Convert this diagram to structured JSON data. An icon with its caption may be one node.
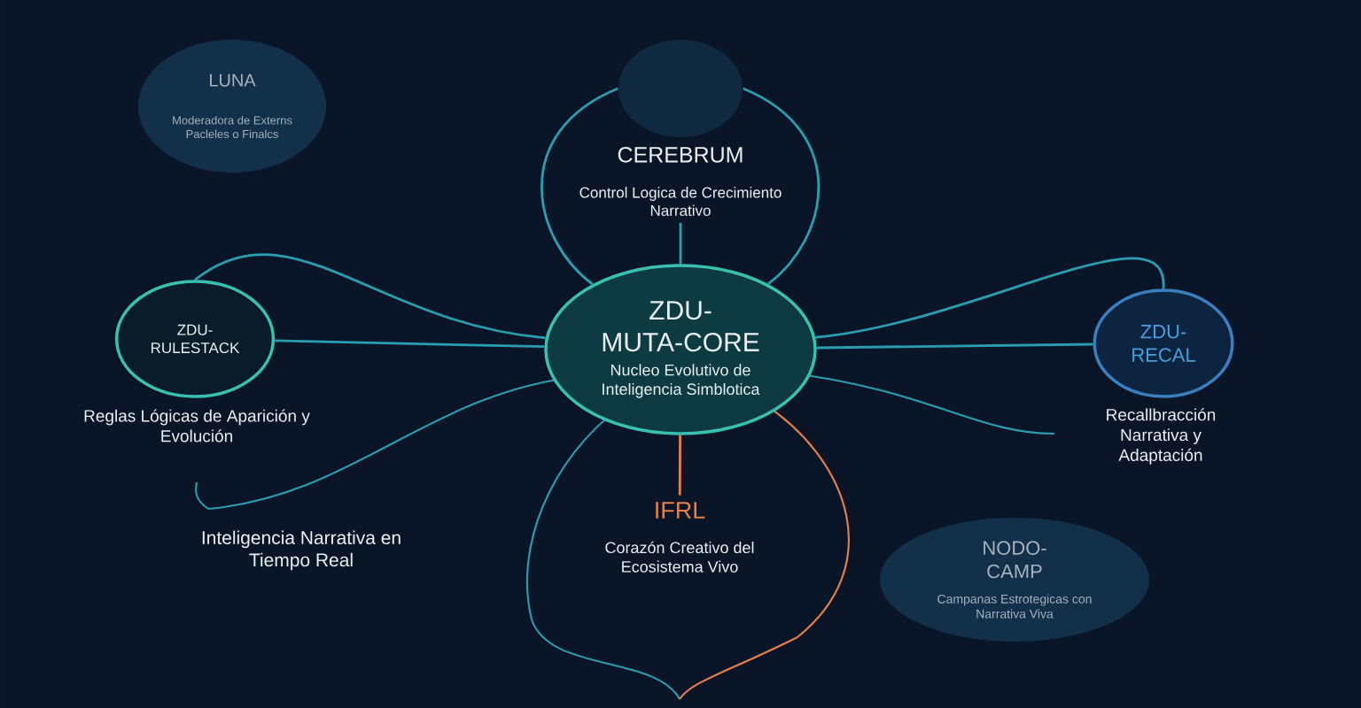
{
  "diagram": {
    "nodes": [
      {
        "text": [
          "ZDU- MUTA-CORE",
          "Nucleo Evolutivo de Inteligencia Simblotica"
        ]
      },
      {
        "text": [],
        "shape": "circle"
      },
      {
        "text": [
          "CEREBRUM",
          "Control Logica de Crecimiento Narrativo"
        ]
      },
      {
        "text": [
          "LUNA",
          "Moderadora de Externs Pacleles o Finalcs"
        ]
      },
      {
        "text": [
          "ZDU- RULESTACK"
        ],
        "beside": [
          "Reglas Lógicas de Aparición y Evolución"
        ]
      },
      {
        "text": [
          "ZDU- RECAL"
        ],
        "beside": [
          "Recallbracción Narrativa y Adaptación"
        ]
      },
      {
        "text": [
          "IFRL",
          "Corazón Creativo del Ecosistema Vivo"
        ]
      },
      {
        "text": [
          "NODO- CAMP",
          "Campanas Estrotegicas con Narrativa Viva"
        ]
      }
    ],
    "edges": [
      {
        "from": 1,
        "to": 0,
        "arrow": "none"
      },
      {
        "from": 1,
        "to": 0,
        "arrow": "none"
      },
      {
        "from": 2,
        "to": 0,
        "arrow": "none"
      },
      {
        "from": 4,
        "to": 0,
        "arrow": "none"
      },
      {
        "from": 5,
        "to": 0,
        "arrow": "none"
      },
      {
        "from": 0,
        "to": 6,
        "arrow": "none",
        "color": "#e8804a"
      },
      {
        "from": 0,
        "to": 4,
        "arrow": "none"
      },
      {
        "from": 0,
        "to": 5,
        "arrow": "none"
      }
    ],
    "labels": [
      "Inteligencia Narrativa en Tiempo Real"
    ]
  }
}
